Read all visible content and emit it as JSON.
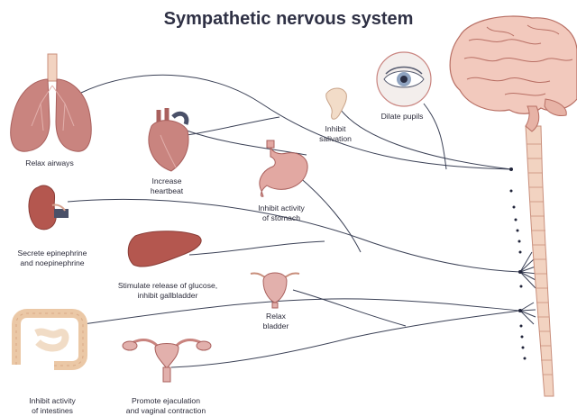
{
  "title": "Sympathetic nervous system",
  "colors": {
    "organ_fill": "#c9847f",
    "organ_light": "#e2b0ac",
    "organ_dark": "#a9605d",
    "bone": "#f2d3c1",
    "brain": "#f2c9bd",
    "nerve_line": "#3b4156",
    "dot": "#20243a"
  },
  "organs": [
    {
      "id": "lungs",
      "icon": "lungs-icon",
      "label": [
        "Relax airways"
      ]
    },
    {
      "id": "heart",
      "icon": "heart-icon",
      "label": [
        "Increase",
        "heartbeat"
      ]
    },
    {
      "id": "salivary",
      "icon": "salivary-gland-icon",
      "label": [
        "Inhibit",
        "salivation"
      ]
    },
    {
      "id": "eye",
      "icon": "eye-icon",
      "label": [
        "Dilate pupils"
      ]
    },
    {
      "id": "stomach",
      "icon": "stomach-icon",
      "label": [
        "Inhibit activity",
        "of stomach"
      ]
    },
    {
      "id": "kidney",
      "icon": "kidney-adrenal-icon",
      "label": [
        "Secrete epinephrine",
        "and noepinephrine"
      ]
    },
    {
      "id": "liver",
      "icon": "liver-icon",
      "label": [
        "Stimulate release of glucose,",
        "inhibit gallbladder"
      ]
    },
    {
      "id": "bladder",
      "icon": "bladder-icon",
      "label": [
        "Relax",
        "bladder"
      ]
    },
    {
      "id": "intestines",
      "icon": "intestines-icon",
      "label": [
        "Inhibit activity",
        "of intestines"
      ]
    },
    {
      "id": "uterus",
      "icon": "reproductive-organs-icon",
      "label": [
        "Promote ejaculation",
        "and vaginal contraction"
      ]
    }
  ]
}
